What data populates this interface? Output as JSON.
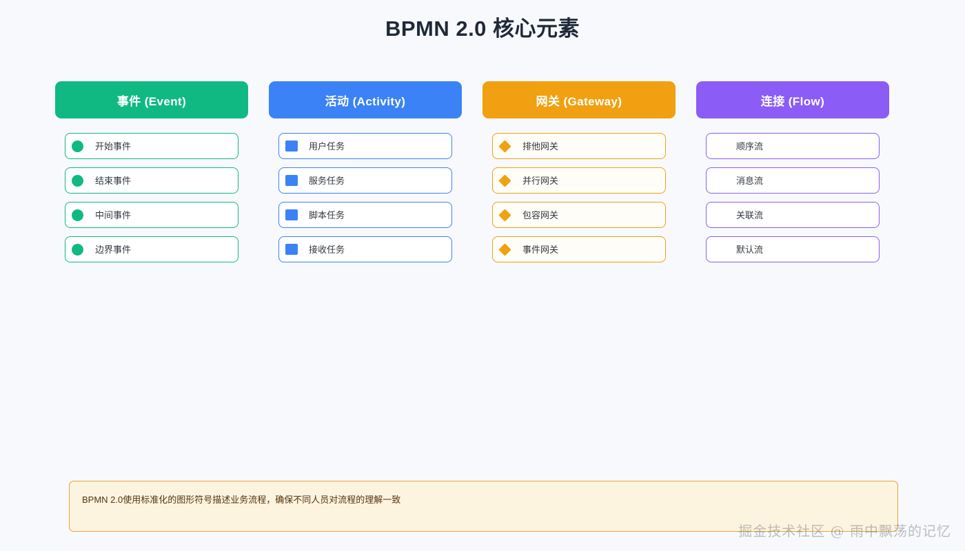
{
  "page": {
    "title": "BPMN 2.0 核心元素",
    "background_color": "#f7f9fc"
  },
  "columns": [
    {
      "id": "event",
      "header_label": "事件 (Event)",
      "accent_color": "#10b981",
      "header_bg": "#10b981",
      "item_bg": "#ffffff",
      "icon_shape": "circle",
      "icon_name": "event-circle-icon",
      "items": [
        {
          "label": "开始事件"
        },
        {
          "label": "结束事件"
        },
        {
          "label": "中间事件"
        },
        {
          "label": "边界事件"
        }
      ]
    },
    {
      "id": "activity",
      "header_label": "活动 (Activity)",
      "accent_color": "#3b82f6",
      "header_bg": "#3b82f6",
      "item_bg": "#ffffff",
      "icon_shape": "square",
      "icon_name": "activity-square-icon",
      "items": [
        {
          "label": "用户任务"
        },
        {
          "label": "服务任务"
        },
        {
          "label": "脚本任务"
        },
        {
          "label": "接收任务"
        }
      ]
    },
    {
      "id": "gateway",
      "header_label": "网关 (Gateway)",
      "accent_color": "#f0a010",
      "header_bg": "#f0a010",
      "item_bg": "#fffdf7",
      "icon_shape": "diamond",
      "icon_name": "gateway-diamond-icon",
      "items": [
        {
          "label": "排他网关"
        },
        {
          "label": "并行网关"
        },
        {
          "label": "包容网关"
        },
        {
          "label": "事件网关"
        }
      ]
    },
    {
      "id": "flow",
      "header_label": "连接 (Flow)",
      "accent_color": "#8b5cf6",
      "header_bg": "#8b5cf6",
      "item_bg": "#ffffff",
      "icon_shape": "none",
      "icon_name": "flow-no-icon",
      "items": [
        {
          "label": "顺序流"
        },
        {
          "label": "消息流"
        },
        {
          "label": "关联流"
        },
        {
          "label": "默认流"
        }
      ]
    }
  ],
  "footer_note": {
    "text": "BPMN 2.0使用标准化的图形符号描述业务流程，确保不同人员对流程的理解一致",
    "bg_color": "#fdf4e0",
    "border_color": "#e8a433"
  },
  "watermark": {
    "text": "掘金技术社区 @ 雨中飘荡的记忆"
  }
}
